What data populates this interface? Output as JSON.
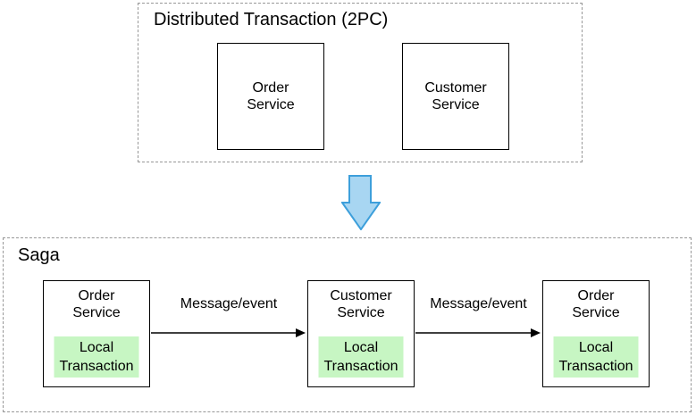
{
  "colors": {
    "background": "#ffffff",
    "box_border": "#000000",
    "dashed_border": "#979797",
    "local_transaction_fill": "#c7f6c3",
    "down_arrow_fill": "#a8d6f2",
    "down_arrow_stroke": "#3d9fdb",
    "message_arrow": "#000000",
    "text": "#000000"
  },
  "two_pc": {
    "title": "Distributed Transaction (2PC)",
    "boxes": [
      {
        "label": "Order\nService"
      },
      {
        "label": "Customer\nService"
      }
    ]
  },
  "down_arrow": {
    "icon": "block-arrow-down"
  },
  "saga": {
    "title": "Saga",
    "nodes": [
      {
        "service": "Order\nService",
        "inner": "Local\nTransaction"
      },
      {
        "service": "Customer\nService",
        "inner": "Local\nTransaction"
      },
      {
        "service": "Order\nService",
        "inner": "Local\nTransaction"
      }
    ],
    "links": [
      {
        "label": "Message/event"
      },
      {
        "label": "Message/event"
      }
    ]
  }
}
